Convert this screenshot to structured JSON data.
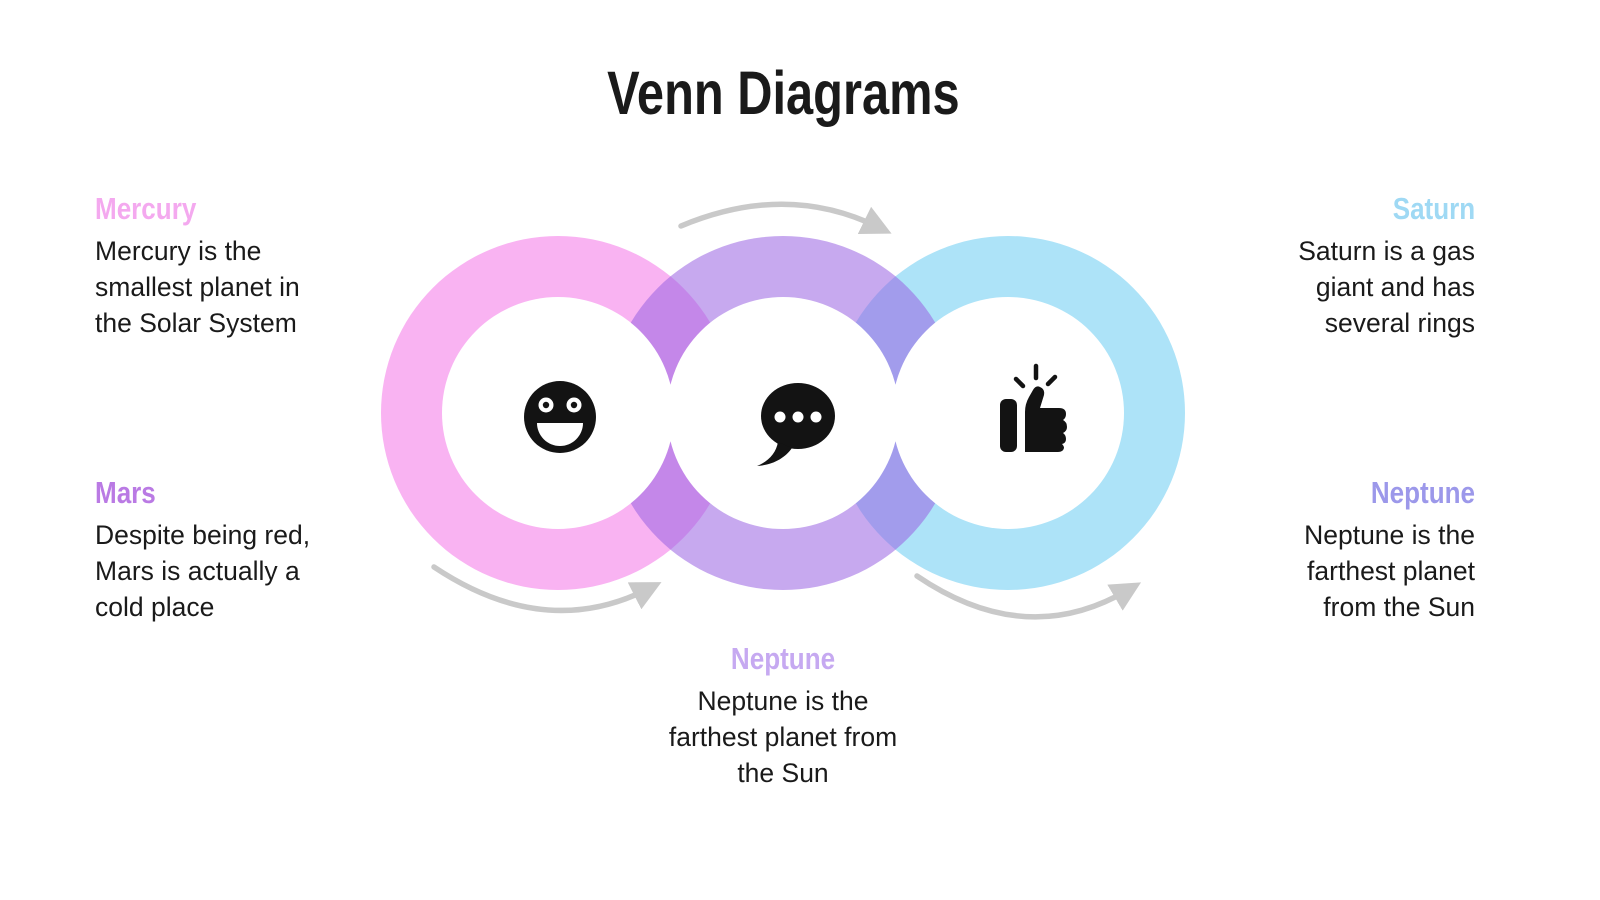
{
  "title": "Venn Diagrams",
  "colors": {
    "text": "#1a1a1a",
    "arrow": "#c9c9c9",
    "icon": "#131313",
    "ring_pink": "#f9b3f2",
    "ring_blue": "#ade3f8",
    "ring_purple_overlay": "rgba(153,99,226,0.55)",
    "hole": "#ffffff"
  },
  "labels": {
    "mercury": {
      "heading": "Mercury",
      "heading_color": "#f4a9ef",
      "body": "Mercury is the\nsmallest planet in\nthe Solar System"
    },
    "mars": {
      "heading": "Mars",
      "heading_color": "#ba7ae4",
      "body": "Despite being red,\nMars is actually a\ncold place"
    },
    "saturn": {
      "heading": "Saturn",
      "heading_color": "#9fd9f4",
      "body": "Saturn is a gas\ngiant and has\nseveral rings"
    },
    "neptune_right": {
      "heading": "Neptune",
      "heading_color": "#9c98ea",
      "body": "Neptune is the\nfarthest planet\nfrom the Sun"
    },
    "neptune_bottom": {
      "heading": "Neptune",
      "heading_color": "#c6a9f1",
      "body": "Neptune is the\nfarthest planet from\nthe Sun"
    }
  },
  "icons": {
    "left": "smiley-face-icon",
    "middle": "chat-bubble-icon",
    "right": "thumbs-up-icon"
  }
}
